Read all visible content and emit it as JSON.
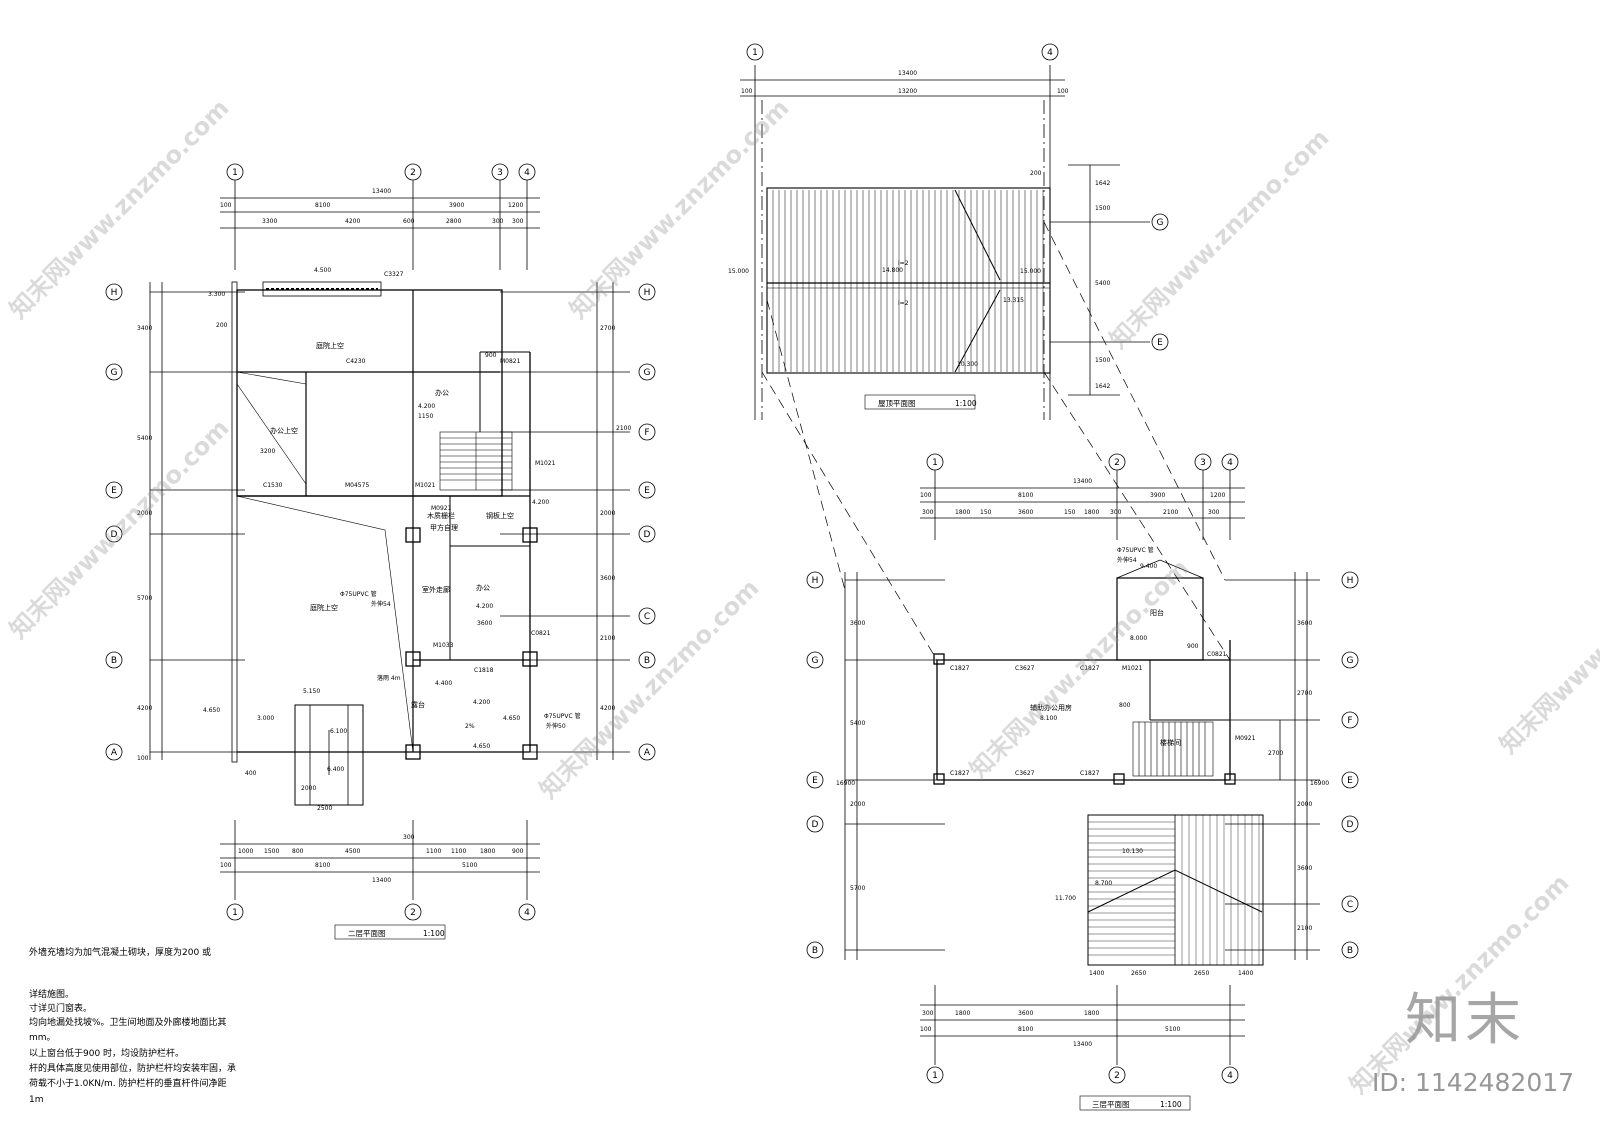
{
  "plans": {
    "roof": {
      "title": "屋顶平面图",
      "scale": "1:100",
      "dims": {
        "total": "13400",
        "inner": "13200",
        "edge_left": "100",
        "edge_right": "100",
        "overhang": "200",
        "v1": "1642",
        "v2": "1500",
        "v3": "5400",
        "v4": "1500",
        "v5": "1642"
      },
      "levels": [
        "15.000",
        "15.000",
        "14.800",
        "13.315",
        "10.300"
      ],
      "slopes": [
        "i=2",
        "i=2"
      ]
    },
    "second": {
      "title": "二层平面图",
      "scale": "1:100",
      "top_dims": {
        "total": "13400",
        "left": "8100",
        "right": "3900",
        "d1": "1200",
        "edge": "100",
        "s1": "3300",
        "s2": "4200",
        "s3": "600",
        "s4": "2800",
        "s5": "300",
        "s6": "300"
      },
      "bottom_dims": {
        "total": "13400",
        "left": "8100",
        "right": "5100",
        "edge": "100",
        "s": [
          "1000",
          "1500",
          "800",
          "4500",
          "300",
          "1100",
          "1100",
          "1800",
          "900"
        ]
      },
      "side_dims": {
        "left": [
          "3400",
          "5400",
          "2000",
          "5700",
          "4200",
          "100"
        ],
        "right": [
          "2700",
          "2000",
          "2100",
          "3600",
          "2100",
          "4200"
        ]
      },
      "rooms": [
        "庭院上空",
        "办公上空",
        "办公",
        "办公",
        "庭院上空",
        "室外走廊",
        "露台",
        "木质栅栏",
        "钢板上空",
        "甲方自理"
      ],
      "levels": [
        "4.500",
        "3.300",
        "4.200",
        "4.200",
        "4.200",
        "4.200",
        "4.400",
        "4.650",
        "4.650",
        "4.650",
        "5.150",
        "3.000",
        "6.100",
        "6.400"
      ],
      "codes": [
        "C3327",
        "C4230",
        "M0821",
        "C1530",
        "M04575",
        "M1021",
        "M0921",
        "C0821",
        "M1033",
        "C1818",
        "M1021"
      ],
      "misc": [
        "Φ75UPVC 管",
        "外伸54",
        "Φ75UPVC 管",
        "外伸50",
        "落雨 4m",
        "2%",
        "900",
        "1150",
        "3200",
        "3600",
        "200",
        "400",
        "2500",
        "2000"
      ]
    },
    "third": {
      "title": "三层平面图",
      "scale": "1:100",
      "top_dims": {
        "total": "13400",
        "left": "8100",
        "right": "3900",
        "d1": "1200",
        "edge": "100",
        "s": [
          "300",
          "1800",
          "150",
          "3600",
          "150",
          "1800",
          "300",
          "2100",
          "300"
        ]
      },
      "bottom_dims": {
        "total": "13400",
        "left": "8100",
        "right": "5100",
        "edge": "100",
        "s": [
          "300",
          "1800",
          "3600",
          "1800"
        ]
      },
      "roof_dims": [
        "1400",
        "2650",
        "2650",
        "1400"
      ],
      "side_dims": {
        "left": [
          "3600",
          "5400",
          "16900",
          "2000",
          "5700"
        ],
        "right": [
          "3600",
          "2700",
          "2700",
          "16900",
          "2000",
          "3600",
          "2100"
        ]
      },
      "rooms": [
        "辅助办公用房",
        "阳台",
        "楼梯间"
      ],
      "levels": [
        "9.400",
        "8.000",
        "8.100",
        "8.700",
        "10.130",
        "11.700"
      ],
      "codes": [
        "C1827",
        "C3627",
        "C1827",
        "M1021",
        "C0821",
        "M0921",
        "C1827",
        "C3627",
        "C1827"
      ],
      "misc": [
        "Φ75UPVC 管",
        "外伸54",
        "900",
        "800"
      ]
    }
  },
  "notes": [
    "外墙充墙均为加气混凝土砌块，厚度为200 或",
    "",
    "详结施图。",
    "寸详见门窗表。",
    "均向地漏处找坡%。卫生间地面及外廊楼地面比其",
    "mm。",
    "以上窗台低于900 时，均设防护栏杆。",
    "杆的具体高度见使用部位，防护栏杆均安装牢固，承",
    "荷载不小于1.0KN/m.   防护栏杆的垂直杆件间净距",
    "1m"
  ],
  "watermark": {
    "site": "www.znzmo.com",
    "brand_cn": "知末网"
  },
  "brand": "知末",
  "image_id": "ID: 1142482017"
}
